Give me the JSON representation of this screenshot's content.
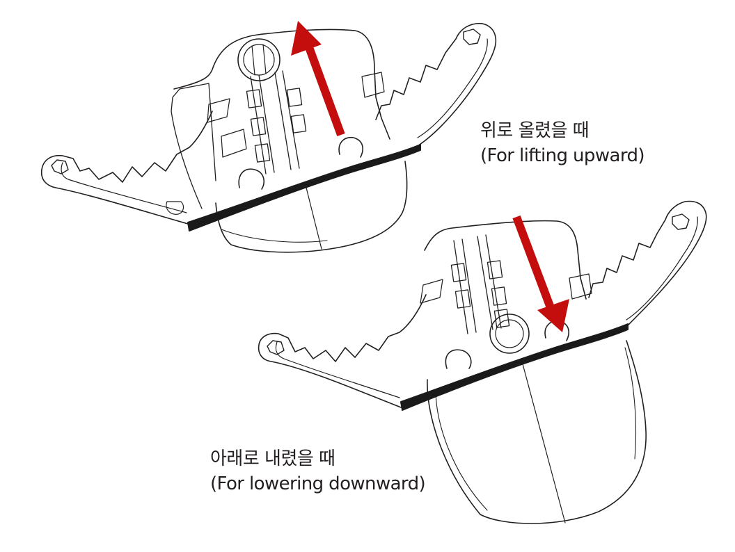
{
  "captions": {
    "up": {
      "korean": "위로 올렸을 때",
      "english": "(For lifting upward)"
    },
    "down": {
      "korean": "아래로 내렸을 때",
      "english": "(For lowering downward)"
    }
  },
  "colors": {
    "line": "#231f20",
    "band": "#1a1a1a",
    "arrow": "#c40d0d",
    "background": "#ffffff"
  },
  "icons": {
    "direction_up": "arrow-up-icon",
    "direction_down": "arrow-down-icon"
  }
}
